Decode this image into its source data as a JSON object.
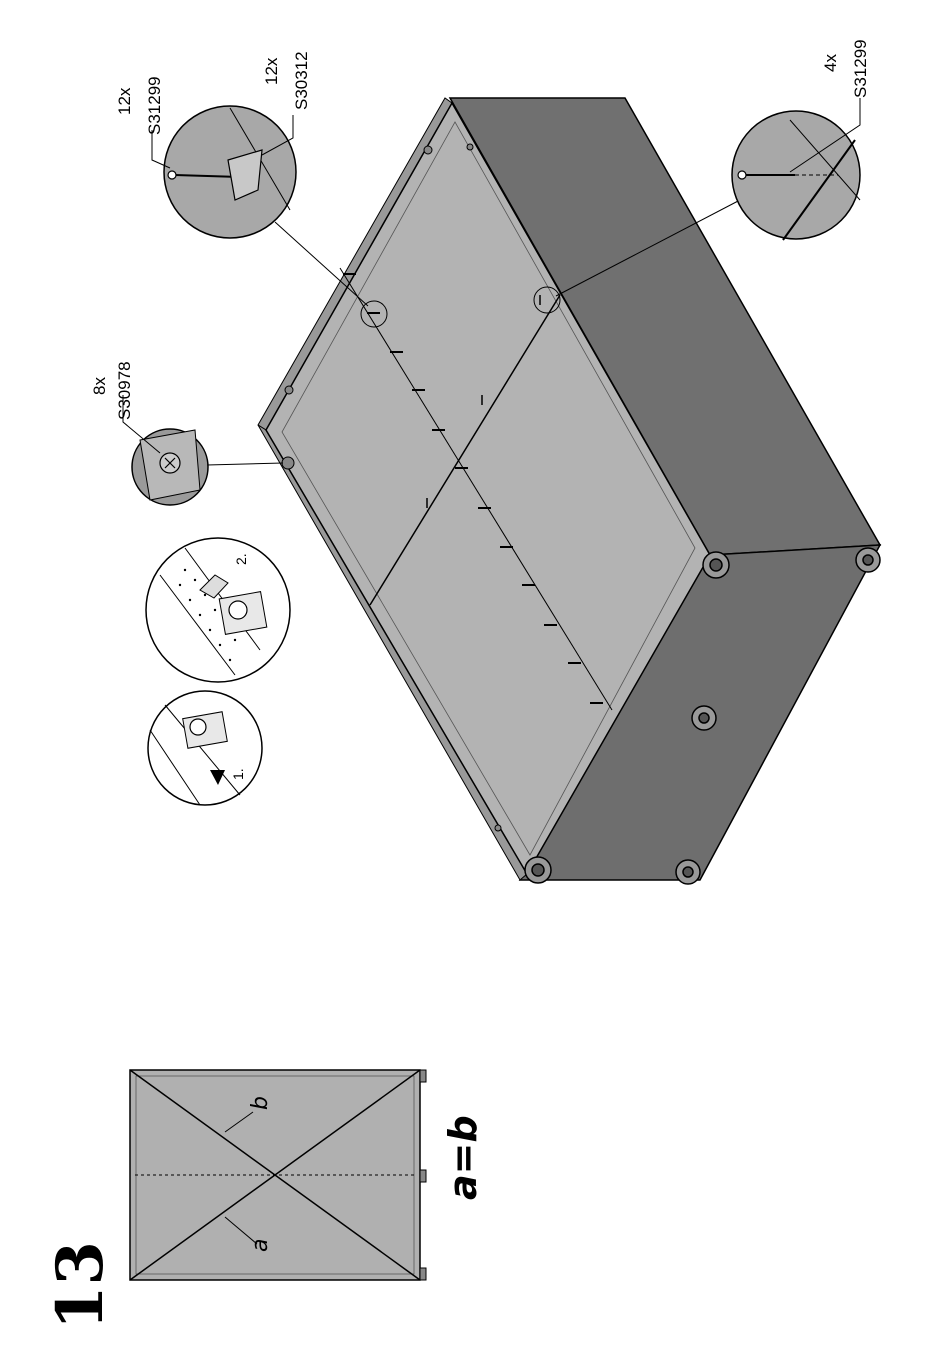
{
  "step": {
    "number": "13"
  },
  "callouts": {
    "cam": {
      "qty": "8x",
      "part": "S30978"
    },
    "nail_long": {
      "qty": "12x",
      "part": "S31299"
    },
    "clip": {
      "qty": "12x",
      "part": "S30312"
    },
    "nail_short": {
      "qty": "4x",
      "part": "S31299"
    }
  },
  "detail_steps": {
    "first": "1.",
    "second": "2."
  },
  "diagonal_check": {
    "label_a": "a",
    "label_b": "b",
    "equation": "a=b"
  },
  "colors": {
    "panel_light": "#b0b0b0",
    "panel_side": "#7a7a7a",
    "panel_dark": "#6e6e6e",
    "line": "#000000"
  }
}
